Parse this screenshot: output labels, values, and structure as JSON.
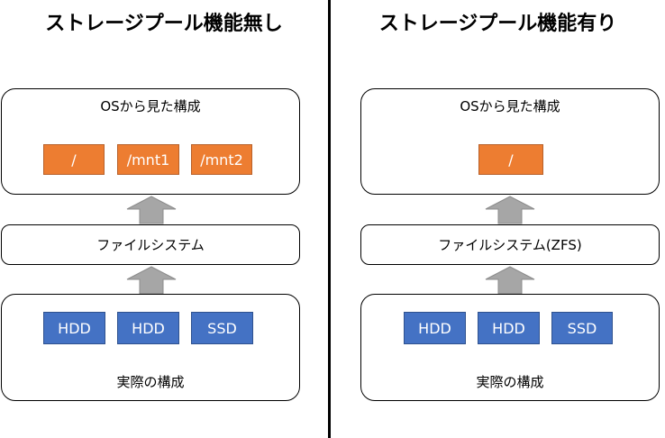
{
  "left": {
    "title": "ストレージプール機能無し",
    "os_view_label": "OSから見た構成",
    "mounts": [
      "/",
      "/mnt1",
      "/mnt2"
    ],
    "filesystem_label": "ファイルシステム",
    "disks": [
      "HDD",
      "HDD",
      "SSD"
    ],
    "physical_label": "実際の構成"
  },
  "right": {
    "title": "ストレージプール機能有り",
    "os_view_label": "OSから見た構成",
    "mounts": [
      "/"
    ],
    "filesystem_label": "ファイルシステム(ZFS)",
    "disks": [
      "HDD",
      "HDD",
      "SSD"
    ],
    "physical_label": "実際の構成"
  },
  "colors": {
    "mount_chip": "#ed7d31",
    "disk_chip": "#4472c4",
    "arrow": "#a6a6a6"
  }
}
